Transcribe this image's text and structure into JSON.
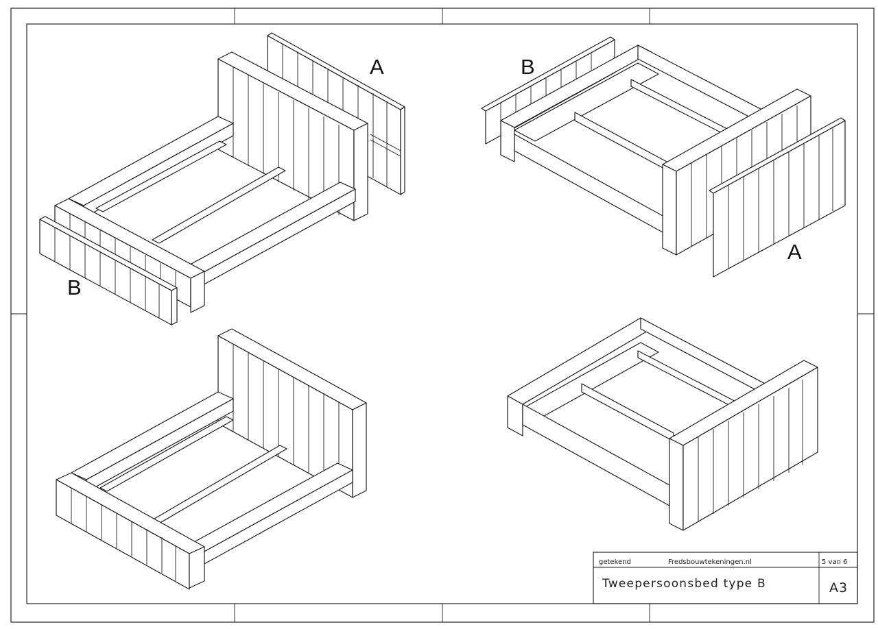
{
  "views": [
    {
      "name": "exploded-view-1",
      "panel_labels": [
        "A",
        "B"
      ]
    },
    {
      "name": "exploded-view-2",
      "panel_labels": [
        "B",
        "A"
      ]
    },
    {
      "name": "assembled-view-1"
    },
    {
      "name": "assembled-view-2"
    }
  ],
  "title_block": {
    "drawn_label": "getekend",
    "website": "Fredsbouwtekeningen.nl",
    "sheet": "5 van 6",
    "title": "Tweepersoonsbed type B",
    "paper_size": "A3"
  },
  "colors": {
    "line": "#1a1a1a",
    "paper": "#ffffff"
  }
}
